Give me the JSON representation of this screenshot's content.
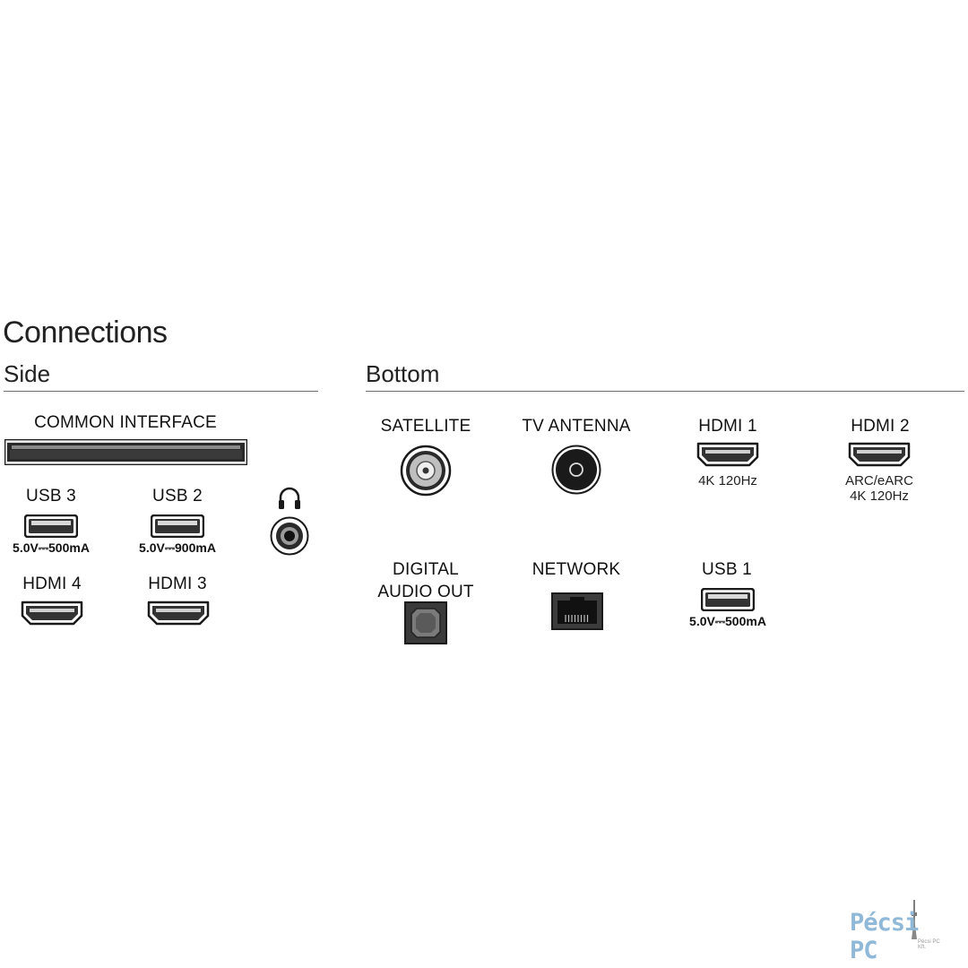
{
  "title": "Connections",
  "sections": {
    "side": "Side",
    "bottom": "Bottom"
  },
  "side": {
    "common_interface": "COMMON INTERFACE",
    "usb3": {
      "label": "USB 3",
      "power": "5.0V⎓500mA"
    },
    "usb2": {
      "label": "USB 2",
      "power": "5.0V⎓900mA"
    },
    "hdmi4": {
      "label": "HDMI 4"
    },
    "hdmi3": {
      "label": "HDMI 3"
    },
    "headphone_icon": "headphones-icon"
  },
  "bottom": {
    "satellite": "SATELLITE",
    "tv_antenna": "TV ANTENNA",
    "hdmi1": {
      "label": "HDMI 1",
      "line1": "4K 120Hz"
    },
    "hdmi2": {
      "label": "HDMI 2",
      "line1": "ARC/eARC",
      "line2": "4K 120Hz"
    },
    "digital_audio_out": {
      "line1": "DIGITAL",
      "line2": "AUDIO OUT"
    },
    "network": "NETWORK",
    "usb1": {
      "label": "USB 1",
      "power": "5.0V⎓500mA"
    }
  },
  "logo": {
    "text": "Pécsi PC",
    "sub": "Pécsi PC Kft."
  },
  "colors": {
    "logo": "#8fb8d9",
    "rule": "#6e6e6e",
    "port": "#1a1a1a"
  }
}
